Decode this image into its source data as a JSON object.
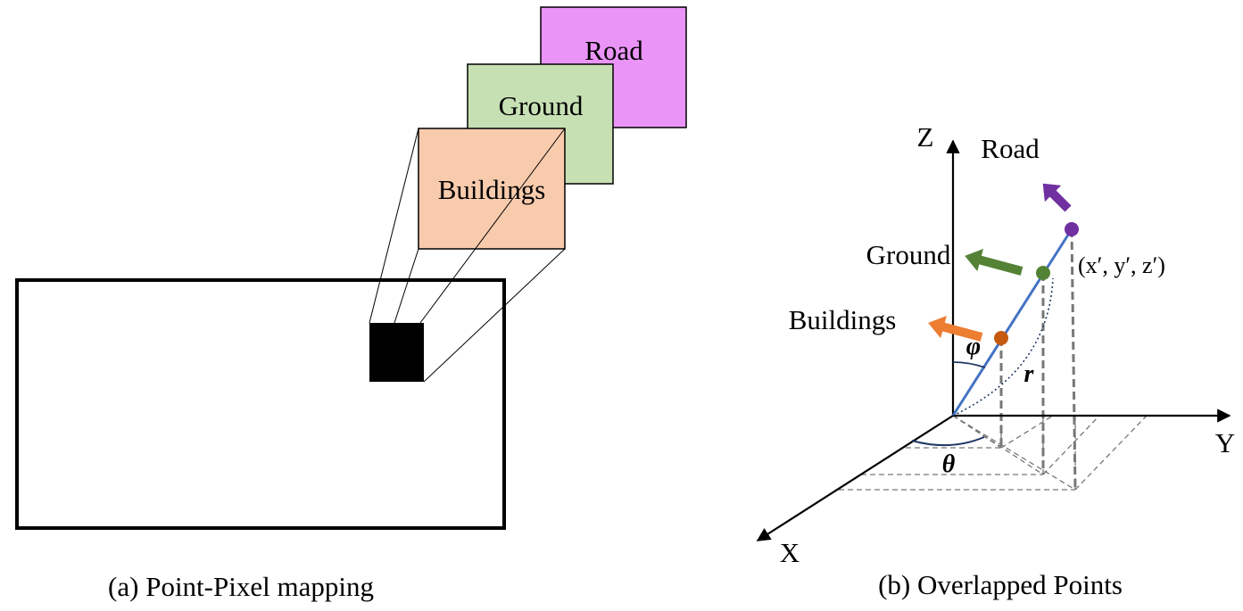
{
  "left": {
    "layers": [
      {
        "label": "Road",
        "color": "#ea94f7"
      },
      {
        "label": "Ground",
        "color": "#c6e0b4"
      },
      {
        "label": "Buildings",
        "color": "#f8cbad"
      }
    ],
    "caption": "(a) Point-Pixel mapping"
  },
  "right": {
    "axes": {
      "z": "Z",
      "y": "Y",
      "x": "X"
    },
    "labels": {
      "road": "Road",
      "ground": "Ground",
      "buildings": "Buildings"
    },
    "point_label": "(x′, y′, z′)",
    "phi": "φ",
    "r": "r",
    "theta": "θ",
    "caption": "(b) Overlapped Points",
    "colors": {
      "ray": "#4472c4",
      "road": "#7030a0",
      "ground": "#548235",
      "buildings": "#ed7d31",
      "buildings_point": "#c55a11"
    }
  }
}
